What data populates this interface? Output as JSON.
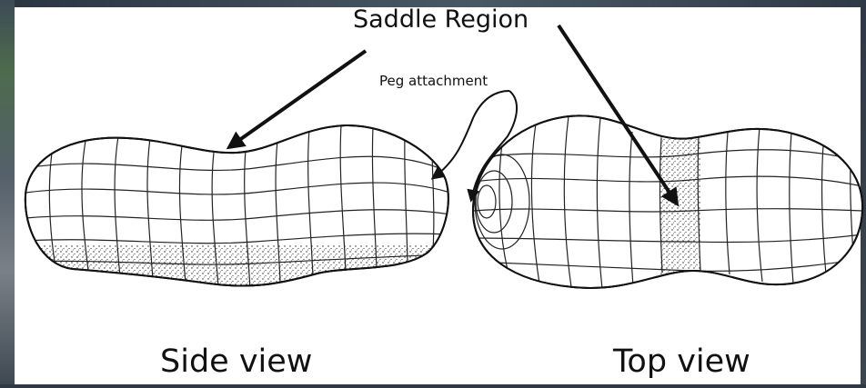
{
  "labels": {
    "saddle_region": "Saddle Region",
    "peg_attachment": "Peg attachment",
    "side_view": "Side view",
    "top_view": "Top view"
  },
  "colors": {
    "ink": "#111111",
    "background": "#ffffff",
    "frame": "#2f3a45"
  }
}
